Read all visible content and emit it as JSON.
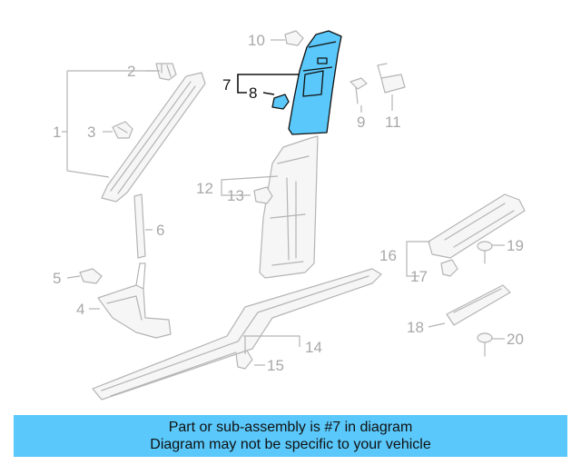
{
  "diagram": {
    "highlight_color": "#5ac8fa",
    "callouts": [
      {
        "id": "1",
        "label": "1"
      },
      {
        "id": "2",
        "label": "2"
      },
      {
        "id": "3",
        "label": "3"
      },
      {
        "id": "4",
        "label": "4"
      },
      {
        "id": "5",
        "label": "5"
      },
      {
        "id": "6",
        "label": "6"
      },
      {
        "id": "7",
        "label": "7"
      },
      {
        "id": "8",
        "label": "8"
      },
      {
        "id": "9",
        "label": "9"
      },
      {
        "id": "10",
        "label": "10"
      },
      {
        "id": "11",
        "label": "11"
      },
      {
        "id": "12",
        "label": "12"
      },
      {
        "id": "13",
        "label": "13"
      },
      {
        "id": "14",
        "label": "14"
      },
      {
        "id": "15",
        "label": "15"
      },
      {
        "id": "16",
        "label": "16"
      },
      {
        "id": "17",
        "label": "17"
      },
      {
        "id": "18",
        "label": "18"
      },
      {
        "id": "19",
        "label": "19"
      },
      {
        "id": "20",
        "label": "20"
      }
    ]
  },
  "banner": {
    "line1": "Part or sub-assembly is #7 in diagram",
    "line2": "Diagram may not be specific to your vehicle",
    "background": "#5ac8fa"
  }
}
